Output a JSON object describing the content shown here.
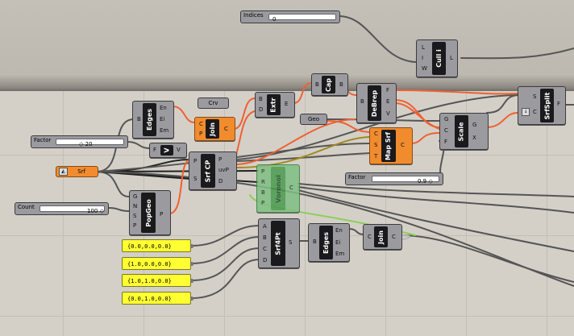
{
  "indices_slider": {
    "label": "Indices",
    "value": "0"
  },
  "factor_slider_1": {
    "label": "Factor",
    "value": "20"
  },
  "factor_slider_2": {
    "label": "Factor",
    "value": "0.9"
  },
  "count_slider": {
    "label": "Count",
    "value": "100"
  },
  "srf_param": {
    "label": "Srf"
  },
  "crv_param": {
    "label": "Crv"
  },
  "geo_param": {
    "label": "Geo"
  },
  "components": {
    "cull": {
      "title": "Cull i",
      "inputs": [
        "L",
        "I",
        "W"
      ],
      "outputs": [
        "L"
      ]
    },
    "srfsplit": {
      "title": "SrfSplit",
      "inputs": [
        "S",
        "C"
      ],
      "outputs": [
        "F"
      ]
    },
    "edges1": {
      "title": "Edges",
      "inputs": [
        "B"
      ],
      "outputs": [
        "En",
        "Ei",
        "Em"
      ]
    },
    "join1": {
      "title": "Join",
      "inputs": [
        "C",
        "P"
      ],
      "outputs": [
        "C"
      ]
    },
    "extr": {
      "title": "Extr",
      "inputs": [
        "B",
        "D"
      ],
      "outputs": [
        "E"
      ]
    },
    "cap": {
      "title": "Cap",
      "inputs": [
        "B"
      ],
      "outputs": [
        "B"
      ]
    },
    "debrep": {
      "title": "DeBrep",
      "inputs": [
        "B"
      ],
      "outputs": [
        "F",
        "E",
        "V"
      ]
    },
    "scale": {
      "title": "Scale",
      "inputs": [
        "G",
        "C",
        "F"
      ],
      "outputs": [
        "G",
        "X"
      ]
    },
    "mapsrf": {
      "title": "Map Srf",
      "inputs": [
        "C",
        "S",
        "T"
      ],
      "outputs": [
        "C"
      ]
    },
    "vector": {
      "title": "V",
      "inputs": [
        "F"
      ],
      "outputs": [
        "V"
      ]
    },
    "srfcp": {
      "title": "Srf CP",
      "inputs": [
        "P",
        "S"
      ],
      "outputs": [
        "P",
        "uvP",
        "D"
      ]
    },
    "voronoi": {
      "title": "Voronoi",
      "inputs": [
        "P",
        "R",
        "B",
        "P"
      ],
      "outputs": [
        "C"
      ]
    },
    "popgeo": {
      "title": "PopGeo",
      "inputs": [
        "G",
        "N",
        "S",
        "P"
      ],
      "outputs": [
        "P"
      ]
    },
    "srf4pt": {
      "title": "Srf4Pt",
      "inputs": [
        "A",
        "B",
        "C",
        "D"
      ],
      "outputs": [
        "S"
      ]
    },
    "edges2": {
      "title": "Edges",
      "inputs": [
        "B"
      ],
      "outputs": [
        "En",
        "Ei",
        "Em"
      ]
    },
    "join2": {
      "title": "Join",
      "inputs": [
        "C"
      ],
      "outputs": [
        "C"
      ]
    }
  },
  "panels": [
    "{0.0,0.0,0.0}",
    "{1.0,0.0,0.0}",
    "{1.0,1.0,0.0}",
    "{0.0,1.0,0.0}"
  ],
  "colors": {
    "canvas": "#d4d0c8",
    "component": "#9b9b9f",
    "selected": "#f18c2e",
    "panel": "#ffff33",
    "wire": "#555555",
    "wire_selected": "#f06030",
    "wire_highlight": "#8ccf5a"
  }
}
